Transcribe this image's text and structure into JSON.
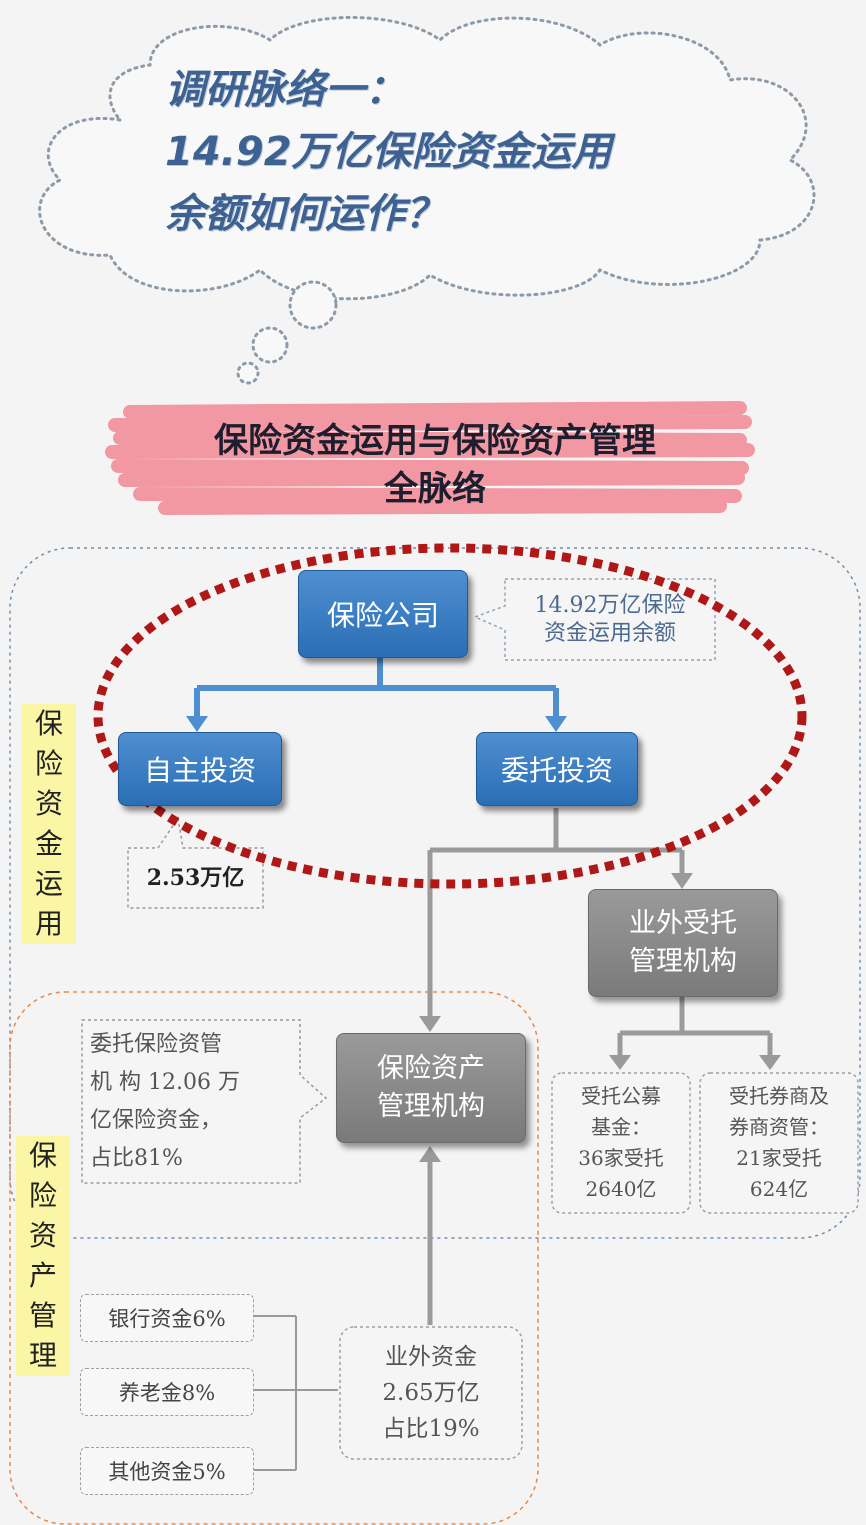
{
  "title": {
    "line1": "调研脉络一：",
    "line2": "14.92万亿保险资金运用",
    "line3": "余额如何运作？"
  },
  "banner": {
    "line1": "保险资金运用与保险资产管理",
    "line2": "全脉络"
  },
  "nodes": {
    "insurance_company": "保险公司",
    "self_investment": "自主投资",
    "entrusted_investment": "委托投资",
    "external_trustee": [
      "业外受托",
      "管理机构"
    ],
    "asset_mgmt_institution": [
      "保险资产",
      "管理机构"
    ],
    "public_fund": [
      "受托公募",
      "基金：",
      "36家受托",
      "2640亿"
    ],
    "securities": [
      "受托券商及",
      "券商资管：",
      "21家受托",
      "624亿"
    ],
    "external_funds": [
      "业外资金",
      "2.65万亿",
      "占比19%"
    ]
  },
  "notes": {
    "balance": [
      "14.92万亿保险",
      "资金运用余额"
    ],
    "self_amount": "2.53万亿",
    "entrusted_amount": [
      "委托保险资管",
      "机 构 12.06 万",
      "亿保险资金，",
      "占比81%"
    ]
  },
  "sources": {
    "bank": "银行资金6%",
    "pension": "养老金8%",
    "other": "其他资金5%"
  },
  "side_labels": {
    "fund_usage": [
      "保",
      "险",
      "资",
      "金",
      "运",
      "用"
    ],
    "asset_mgmt": [
      "保",
      "险",
      "资",
      "产",
      "管",
      "理"
    ]
  },
  "colors": {
    "blue_box": "#2a6eb5",
    "gray_box": "#888888",
    "red_ellipse": "#b01818",
    "banner_red": "#f28f9a",
    "highlight_yellow": "#fbf5a6",
    "title_blue": "#3d6190"
  }
}
